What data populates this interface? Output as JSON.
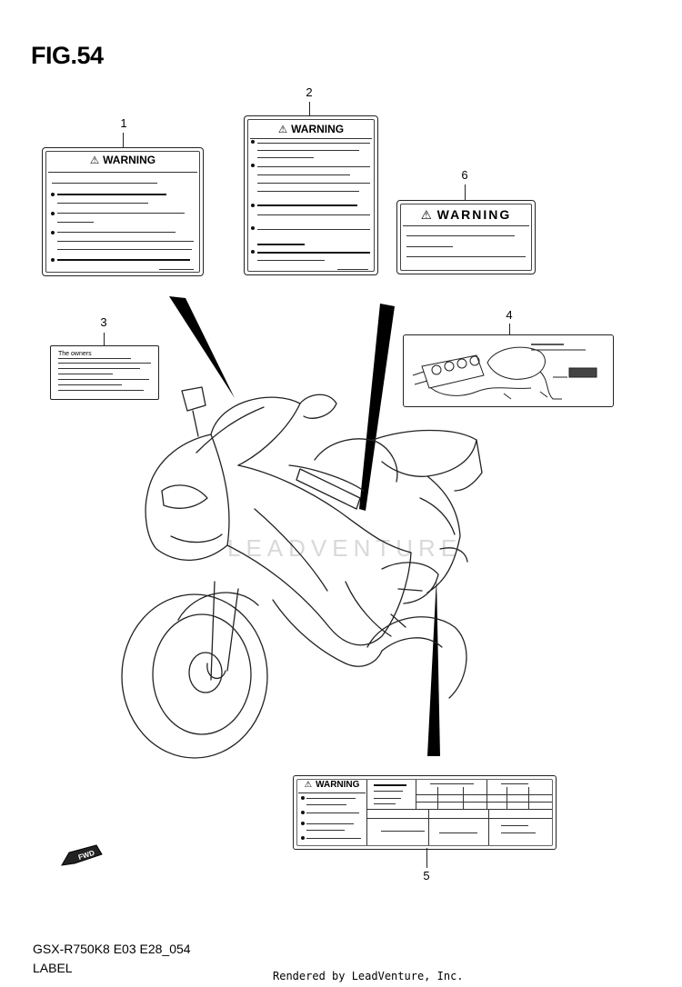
{
  "figure": {
    "title": "FIG.54"
  },
  "callouts": [
    "1",
    "2",
    "3",
    "4",
    "5",
    "6"
  ],
  "labels": {
    "label1": {
      "heading": "WARNING"
    },
    "label2": {
      "heading": "WARNING"
    },
    "label3": {
      "text": "The owners"
    },
    "label5": {
      "heading": "WARNING"
    },
    "label6": {
      "heading": "WARNING"
    }
  },
  "fwd_marker": {
    "text": "FWD"
  },
  "watermark": "LEADVENTURE",
  "footer": {
    "model_code": "GSX-R750K8 E03 E28_054",
    "section": "LABEL",
    "rendered_by": "Rendered by LeadVenture, Inc."
  },
  "colors": {
    "line": "#000000",
    "watermark": "#d9d9d9"
  },
  "icons": {
    "warning": "warning-triangle-icon",
    "direction": "fwd-arrow-icon"
  }
}
